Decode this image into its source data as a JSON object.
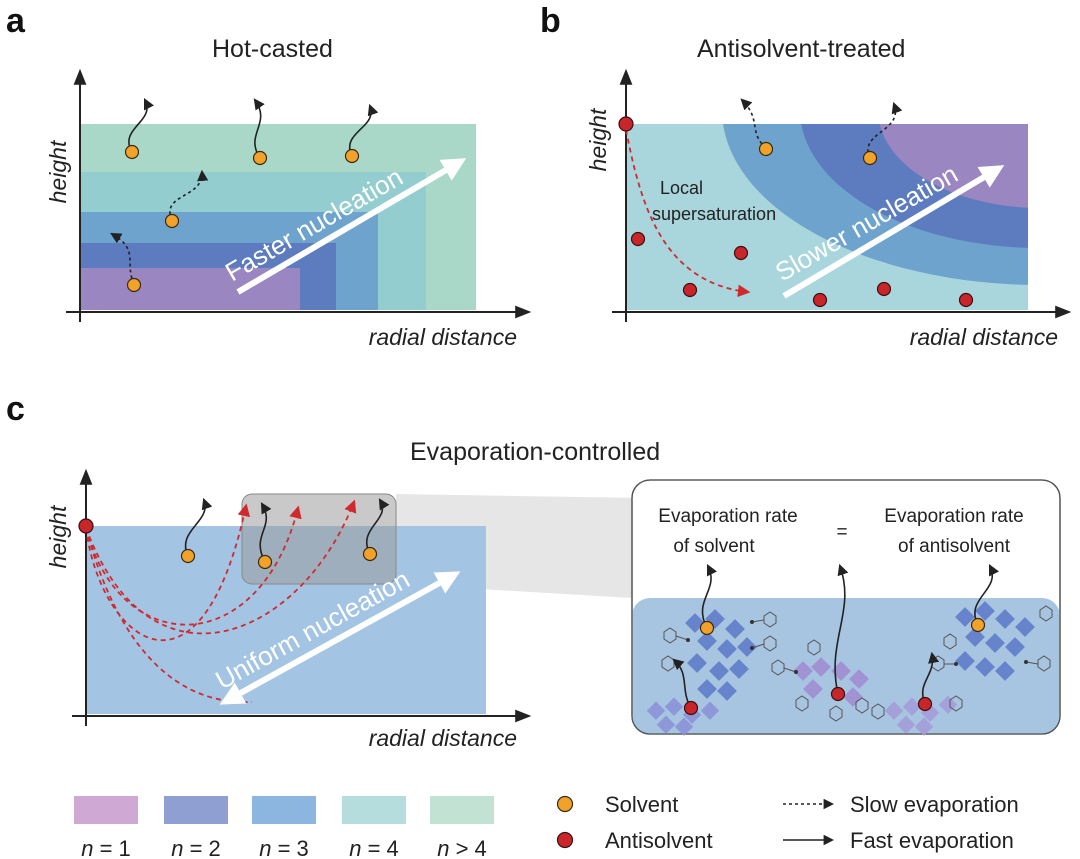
{
  "panels": {
    "a": {
      "label": "a",
      "title": "Hot-casted",
      "arrow_text": "Faster nucleation"
    },
    "b": {
      "label": "b",
      "title": "Antisolvent-treated",
      "arrow_text": "Slower nucleation",
      "annotation_line1": "Local",
      "annotation_line2": "supersaturation"
    },
    "c": {
      "label": "c",
      "title": "Evaporation-controlled",
      "arrow_text": "Uniform nucleation",
      "inset_left_line1": "Evaporation rate",
      "inset_left_line2": "of solvent",
      "inset_equals": "=",
      "inset_right_line1": "Evaporation rate",
      "inset_right_line2": "of antisolvent"
    }
  },
  "axes": {
    "y_label": "height",
    "x_label": "radial distance"
  },
  "legend": {
    "phases": [
      {
        "n_prefix": "n",
        "rest": " = 1",
        "color": "#cfa8d4"
      },
      {
        "n_prefix": "n",
        "rest": " = 2",
        "color": "#8f9fd2"
      },
      {
        "n_prefix": "n",
        "rest": " = 3",
        "color": "#8cb5df"
      },
      {
        "n_prefix": "n",
        "rest": " = 4",
        "color": "#b5dddd"
      },
      {
        "n_prefix": "n",
        "rest": " > 4",
        "color": "#c2e3d3"
      }
    ],
    "particles": [
      {
        "label": "Solvent",
        "color": "#f0a22a"
      },
      {
        "label": "Antisolvent",
        "color": "#c9262c"
      }
    ],
    "evaporation": [
      {
        "label": "Slow evaporation",
        "style": "dashed"
      },
      {
        "label": "Fast evaporation",
        "style": "solid"
      }
    ]
  },
  "colors": {
    "n1": "#9a86c1",
    "n2": "#5c7cbf",
    "n3": "#6ea3cd",
    "n4": "#93cdd0",
    "n_gt4": "#a9d8c9",
    "b_bg": "#a8d6dc",
    "c_bg": "#a3c4e3",
    "red_dash": "#d02a2f",
    "white_arrow": "#ffffff"
  }
}
